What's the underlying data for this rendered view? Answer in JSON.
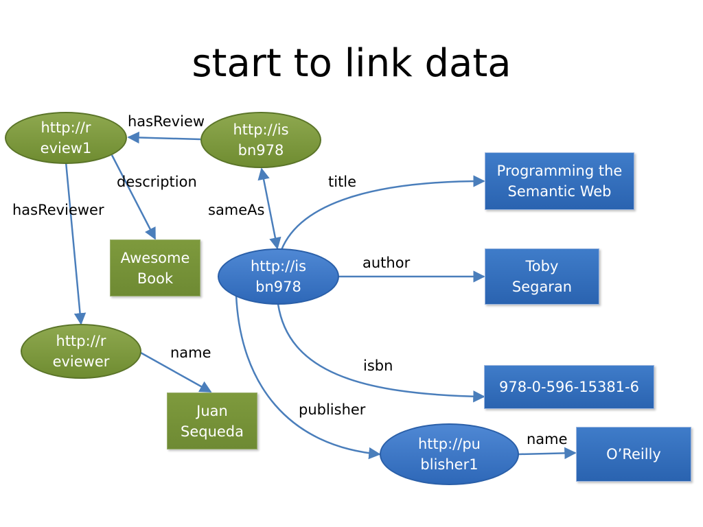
{
  "slide": {
    "title": "start to link data"
  },
  "nodes": {
    "review1": [
      "http://r",
      "eview1"
    ],
    "isbn_green": [
      "http://is",
      "bn978"
    ],
    "awesome": [
      "Awesome",
      "Book"
    ],
    "reviewer": [
      "http://r",
      "eviewer"
    ],
    "juan": [
      "Juan",
      "Sequeda"
    ],
    "isbn_blue": [
      "http://is",
      "bn978"
    ],
    "programming": [
      "Programming the",
      "Semantic Web"
    ],
    "toby": [
      "Toby",
      "Segaran"
    ],
    "isbn_num": [
      "978-0-596-15381-6"
    ],
    "publisher1": [
      "http://pu",
      "blisher1"
    ],
    "oreilly": [
      "O’Reilly"
    ]
  },
  "edges": {
    "hasReview": "hasReview",
    "description": "description",
    "hasReviewer": "hasReviewer",
    "sameAs": "sameAs",
    "title": "title",
    "author": "author",
    "reviewer_name": "name",
    "isbn": "isbn",
    "publisher": "publisher",
    "publisher_name": "name"
  },
  "colors": {
    "edge": "#4a7ebb",
    "green_node": "#7a9a3d",
    "blue_node": "#3a75c4"
  }
}
